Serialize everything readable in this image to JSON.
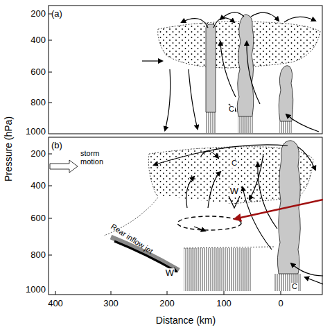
{
  "diagram": {
    "labels": [
      "(a)",
      "(b)",
      "200",
      "400",
      "600",
      "800",
      "1000",
      "200",
      "400",
      "600",
      "800",
      "1000",
      "storm motion",
      "Rear inflow jet",
      "W",
      "W",
      "C",
      "C",
      "C",
      "400",
      "300",
      "200",
      "100",
      "0",
      "Pressure (hPa)",
      "Distance (km)"
    ]
  }
}
